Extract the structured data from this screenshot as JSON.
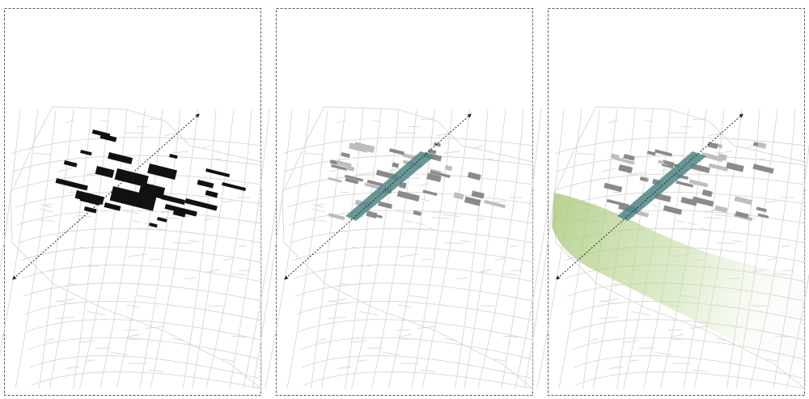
{
  "panels": [
    {
      "id": "buildings",
      "layer": "building-footprints"
    },
    {
      "id": "axis-corridor",
      "layer": "corridor-band"
    },
    {
      "id": "green-belt",
      "layer": "green-band"
    }
  ],
  "colors": {
    "frame": "#555555",
    "streets": "#d6d6d6",
    "buildings": "#111111",
    "corridor": "#4f8585",
    "green": "#b9d38f",
    "axis": "#222222"
  }
}
